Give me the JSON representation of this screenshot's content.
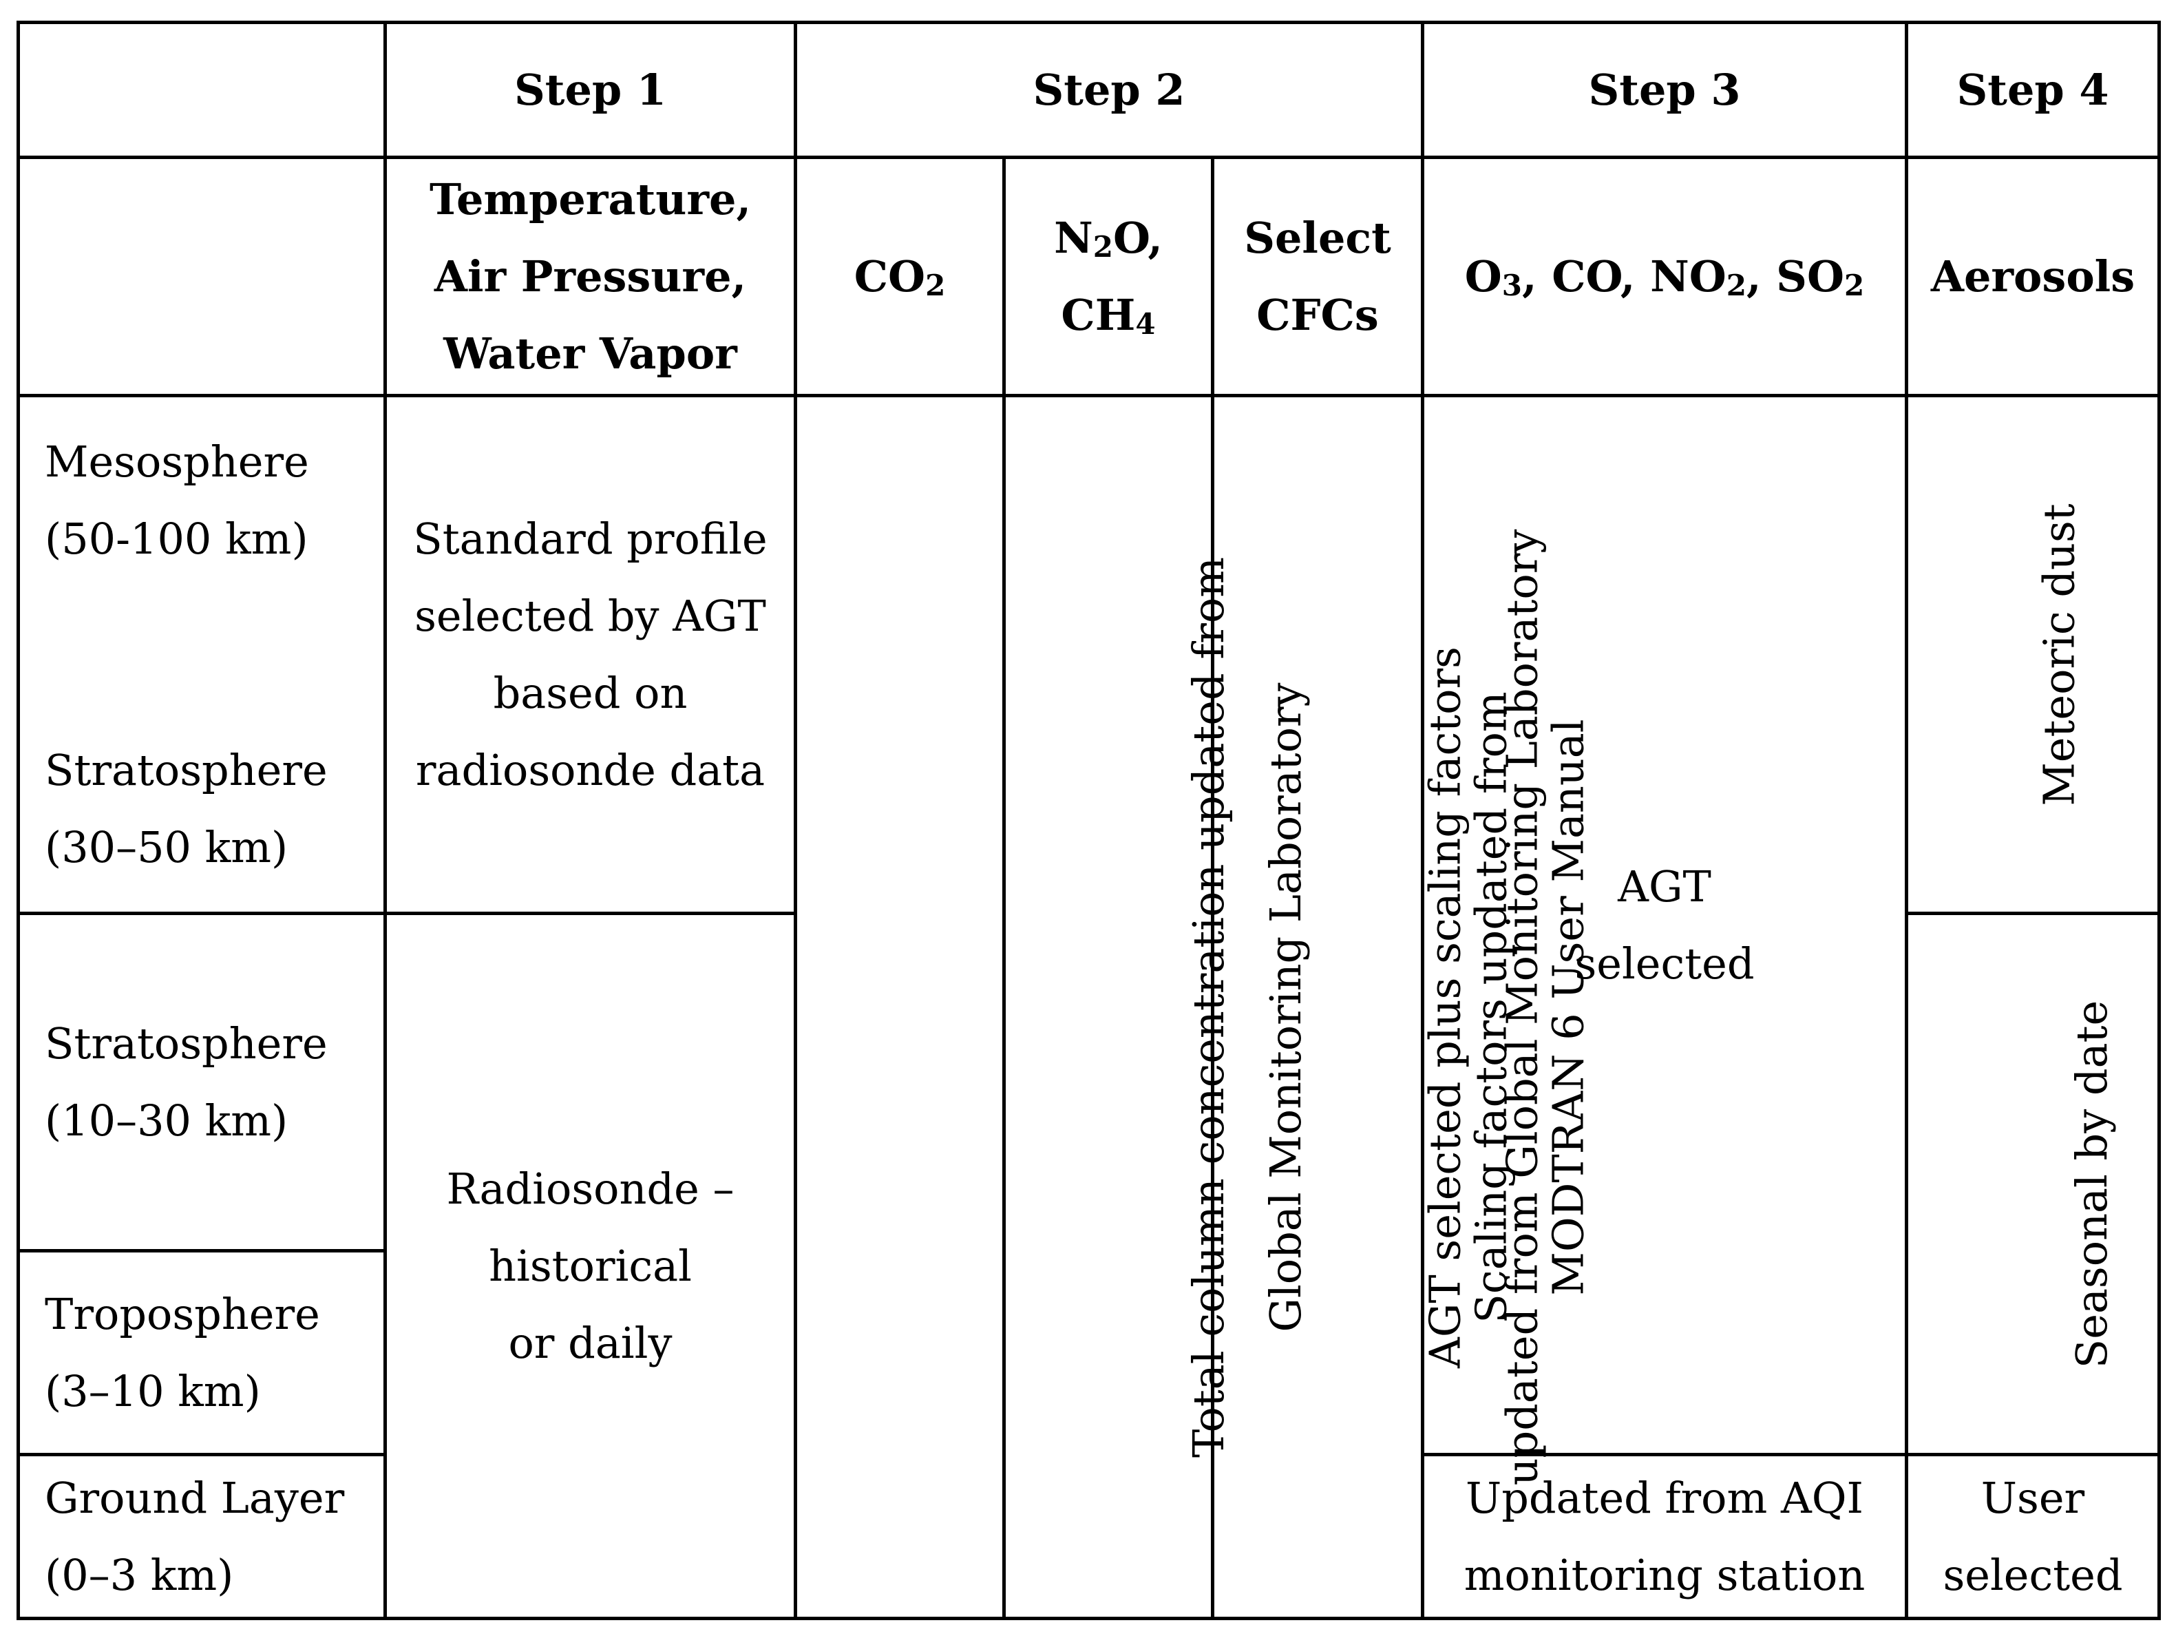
{
  "headers": {
    "step1": "Step 1",
    "step2": "Step 2",
    "step3": "Step 3",
    "step4": "Step 4"
  },
  "subheaders": {
    "step1_lines": [
      "Temperature,",
      "Air Pressure,",
      "Water Vapor"
    ],
    "co2": {
      "main": "CO",
      "sub": "2"
    },
    "n2o_ch4": {
      "n": "N",
      "n_sub": "2",
      "o": "O,",
      "ch": "CH",
      "ch_sub": "4"
    },
    "cfcs_lines": [
      "Select",
      "CFCs"
    ],
    "step3": {
      "o": "O",
      "o_sub": "3",
      "mid1": ", CO, NO",
      "no_sub": "2",
      "mid2": ", SO",
      "so_sub": "2"
    },
    "aerosols": "Aerosols"
  },
  "layers": {
    "mesosphere": [
      "Mesosphere",
      "(50-100 km)"
    ],
    "stratosphere_upper": [
      "Stratosphere",
      "(30–50 km)"
    ],
    "stratosphere_lower": [
      "Stratosphere",
      "(10–30 km)"
    ],
    "troposphere": [
      "Troposphere",
      "(3–10 km)"
    ],
    "ground": [
      "Ground Layer",
      "(0–3 km)"
    ]
  },
  "cells": {
    "step1_upper": [
      "Standard profile",
      "selected by AGT",
      "based on",
      "radiosonde data"
    ],
    "step1_lower": [
      "Radiosonde –",
      "historical",
      "or daily"
    ],
    "co2": [
      "Total column concentration updated from",
      "Global Monitoring Laboratory"
    ],
    "n2o_ch4": [
      "AGT selected plus scaling factors",
      "updated from Global Monitoring Laboratory"
    ],
    "cfcs": [
      "Scaling factors updated from",
      "MODTRAN 6 User Manual"
    ],
    "step3_upper": [
      "AGT",
      "selected"
    ],
    "step3_ground": [
      "Updated from AQI",
      "monitoring station"
    ],
    "aerosols_upper": "Meteoric dust",
    "aerosols_middle": "Seasonal by date",
    "aerosols_ground": [
      "User",
      "selected"
    ]
  }
}
